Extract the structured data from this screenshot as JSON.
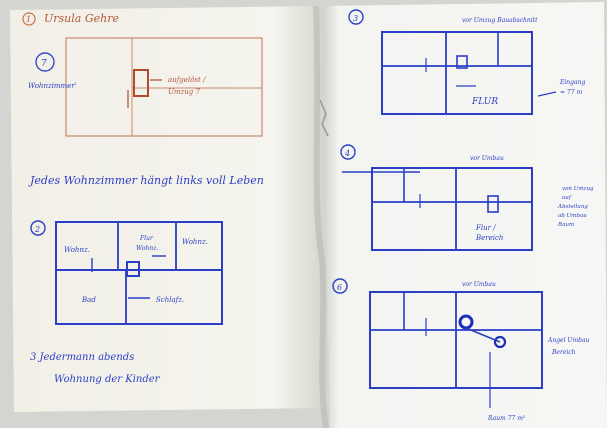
{
  "scene": {
    "description_hidden": false
  },
  "left_page": {
    "sketch1": {
      "number": "1",
      "heading": "Ursula Gehre",
      "circle_number": "7",
      "label_left": "Wohnzimmer'",
      "label_right_1": "aufgelöst /",
      "label_right_2": "Umzug 7"
    },
    "caption_1": "Jedes Wohnzimmer hängt links voll Leben",
    "sketch2": {
      "number": "2",
      "room_left": "Wohnz.",
      "room_mid_1": "Flur",
      "room_mid_2": "Wohnz.",
      "room_right": "Wohnz.",
      "room_bottom_left": "Bad",
      "room_bottom_right": "Schlafz."
    },
    "caption_2_line1": "3 Jedermann abends",
    "caption_2_line2": "Wohnung der Kinder"
  },
  "right_page": {
    "sketch3": {
      "number": "3",
      "header": "vor Umzug Bauabschnitt",
      "center_label": "FLUR",
      "side_label_1": "Eingang",
      "side_label_2": "= 77 m"
    },
    "sketch4": {
      "number": "4",
      "header": "vor Umbau",
      "center_label_1": "Flur /",
      "center_label_2": "Bereich",
      "side_1": "von Umzug",
      "side_2": "auf",
      "side_3": "Abstellung",
      "side_4": "ab Umbau",
      "side_5": "Raum"
    },
    "sketch5": {
      "number": "6",
      "header": "vor Umbau",
      "side_1": "Angel Umbau",
      "side_2": "Bereich",
      "bottom": "Raum 77 m²"
    }
  }
}
